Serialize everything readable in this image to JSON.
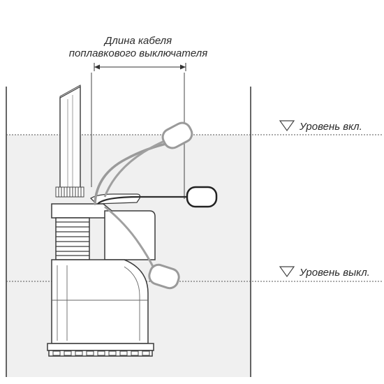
{
  "cable_label": {
    "line1": "Длина кабеля",
    "line2": "поплавкового выключателя"
  },
  "levels": {
    "on_label": "Уровень вкл.",
    "off_label": "Уровень выкл."
  },
  "colors": {
    "water": "#f0f0f0",
    "outline": "#3a3a3a",
    "cable": "#8a8a8a",
    "dim_line": "#333333"
  }
}
